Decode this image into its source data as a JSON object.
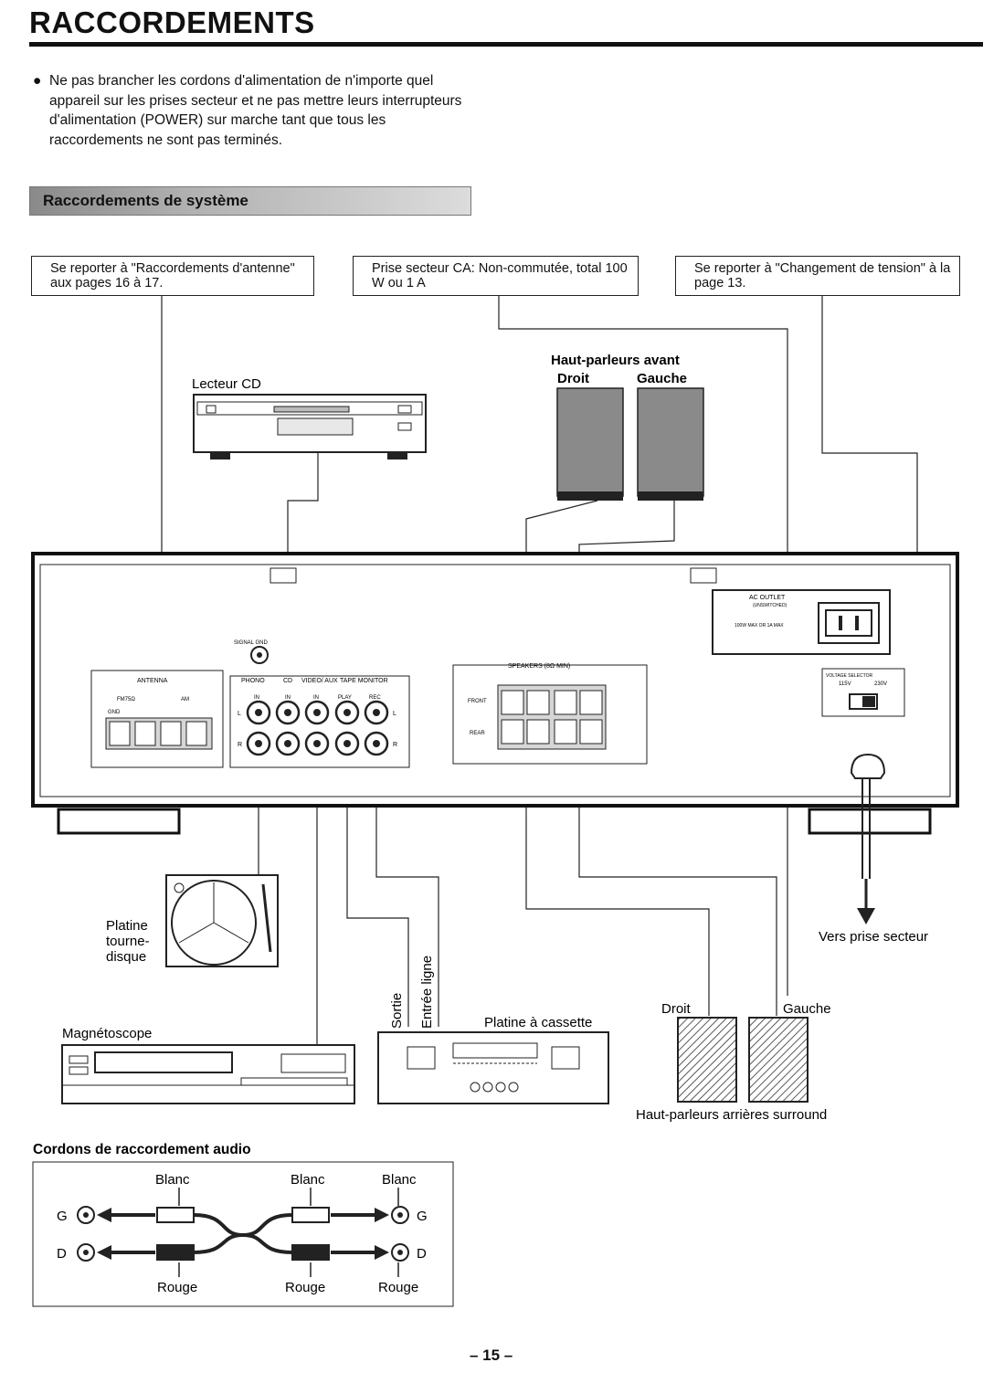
{
  "title": "RACCORDEMENTS",
  "warning": "Ne pas brancher les cordons d'alimentation de n'importe quel appareil sur les prises secteur et ne pas mettre leurs interrupteurs d'alimentation (POWER) sur marche tant que tous les raccordements ne sont pas terminés.",
  "section_title": "Raccordements de système",
  "notes": {
    "antenna": "Se reporter à \"Raccordements d'antenne\" aux pages 16 à 17.",
    "ac_outlet": "Prise secteur CA: Non-commutée, total 100 W ou 1 A",
    "voltage": "Se reporter à \"Changement de tension\" à la page 13."
  },
  "devices": {
    "cd_player": "Lecteur CD",
    "front_speakers": "Haut-parleurs avant",
    "front_right": "Droit",
    "front_left": "Gauche",
    "turntable": "Platine tourne- disque",
    "vcr": "Magnétoscope",
    "cassette": "Platine à cassette",
    "cassette_out": "Sortie",
    "cassette_in": "Entrée ligne",
    "rear_right": "Droit",
    "rear_left": "Gauche",
    "rear_speakers": "Haut-parleurs arrières surround",
    "mains": "Vers prise secteur"
  },
  "receiver_panel": {
    "signal_gnd": "SIGNAL GND",
    "antenna": "ANTENNA",
    "fm": "FM75Ω",
    "am": "AM",
    "gnd": "GND",
    "phono": "PHONO",
    "cd": "CD",
    "video_aux": "VIDEO/ AUX",
    "tape_monitor": "TAPE MONITOR",
    "in": "IN",
    "play": "PLAY",
    "rec": "REC",
    "left": "L",
    "right": "R",
    "speakers": "SPEAKERS (8Ω MIN)",
    "front": "FRONT",
    "rear": "REAR",
    "ac_outlet": "AC OUTLET",
    "unswitched": "(UNSWITCHED)",
    "ac_rating": "100W MAX OR 1A MAX",
    "voltage_selector": "VOLTAGE SELECTOR",
    "v115": "115V",
    "v230": "230V"
  },
  "cables": {
    "heading": "Cordons de raccordement audio",
    "white": "Blanc",
    "red": "Rouge",
    "left": "G",
    "right": "D"
  },
  "page_number": "– 15 –"
}
